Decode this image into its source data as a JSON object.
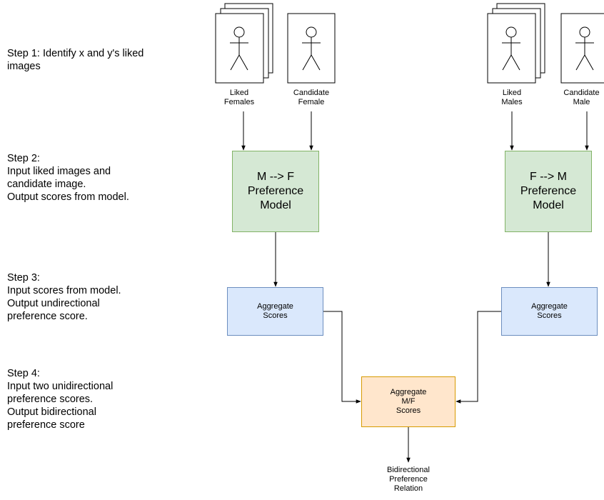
{
  "steps": [
    {
      "lines": [
        "Step 1: Identify x and y's liked",
        "images"
      ]
    },
    {
      "lines": [
        "Step 2:",
        "Input liked images and",
        "candidate image.",
        "Output scores from model."
      ]
    },
    {
      "lines": [
        "Step 3:",
        "Input scores from model.",
        "Output undirectional",
        "preference score."
      ]
    },
    {
      "lines": [
        "Step 4:",
        "Input two unidirectional",
        "preference scores.",
        "Output bidirectional",
        "preference score"
      ]
    }
  ],
  "captions": {
    "liked_females": [
      "Liked",
      "Females"
    ],
    "candidate_female": [
      "Candidate",
      "Female"
    ],
    "liked_males": [
      "Liked",
      "Males"
    ],
    "candidate_male": [
      "Candidate",
      "Male"
    ]
  },
  "models": {
    "m_to_f": [
      "M --> F",
      "Preference",
      "Model"
    ],
    "f_to_m": [
      "F --> M",
      "Preference",
      "Model"
    ]
  },
  "aggregates": {
    "left": [
      "Aggregate",
      "Scores"
    ],
    "right": [
      "Aggregate",
      "Scores"
    ],
    "combined": [
      "Aggregate",
      "M/F",
      "Scores"
    ]
  },
  "output": [
    "Bidirectional",
    "Preference",
    "Relation"
  ],
  "colors": {
    "model_fill": "#d5e8d4",
    "model_border": "#82b366",
    "aggregate_fill": "#dae8fc",
    "aggregate_border": "#6c8ebf",
    "combined_fill": "#ffe6cc",
    "combined_border": "#d79b00"
  }
}
